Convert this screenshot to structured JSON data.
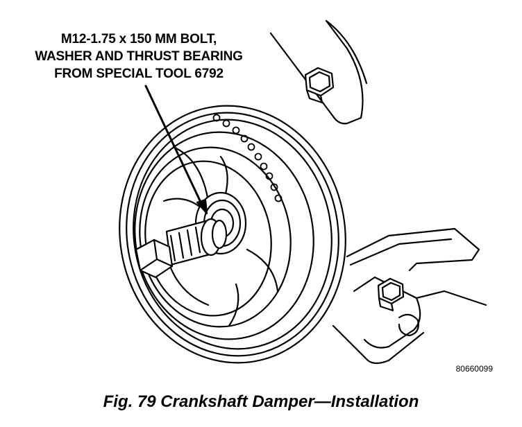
{
  "callout": {
    "line1": "M12-1.75 x 150 MM BOLT,",
    "line2": "WASHER AND THRUST BEARING",
    "line3": "FROM SPECIAL TOOL 6792"
  },
  "figure_number": "80660099",
  "caption": "Fig. 79 Crankshaft Damper—Installation"
}
